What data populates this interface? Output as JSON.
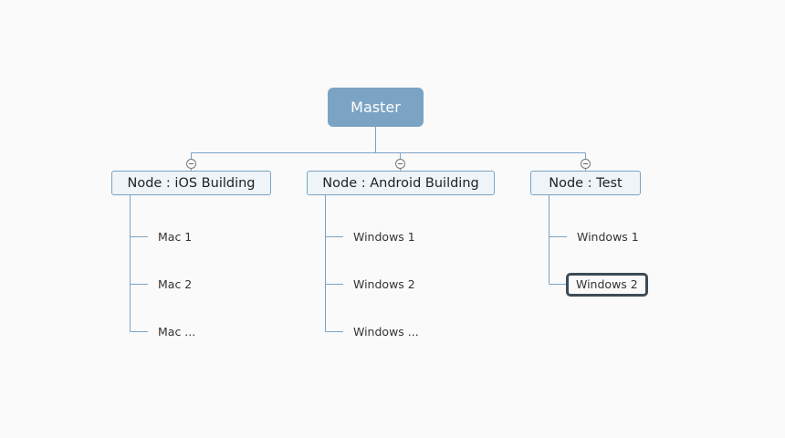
{
  "mindmap": {
    "root": {
      "label": "Master"
    },
    "branches": [
      {
        "label": "Node : iOS Building",
        "children": [
          "Mac 1",
          "Mac 2",
          "Mac ..."
        ]
      },
      {
        "label": "Node : Android Building",
        "children": [
          "Windows 1",
          "Windows 2",
          "Windows ..."
        ]
      },
      {
        "label": "Node : Test",
        "children": [
          "Windows 1",
          "Windows 2"
        ]
      }
    ],
    "selected_node": "Windows 2",
    "colors": {
      "root_fill": "#7ba3c4",
      "branch_fill": "#eef4f8",
      "connector": "#7ba3c4",
      "selection_border": "#3d4b55",
      "background": "#fafafa"
    }
  }
}
